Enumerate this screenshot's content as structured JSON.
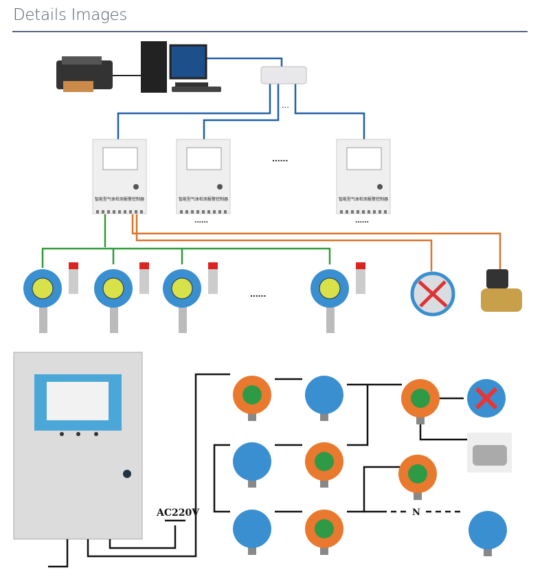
{
  "section": {
    "title": "Details Images"
  },
  "diagram_top": {
    "controller_label": "智能型气体检测报警控制器",
    "ellipsis_short": "...",
    "ellipsis": "......",
    "colors": {
      "network": "#1f5fa8",
      "sensor_bus": "#2f9a3a",
      "relay": "#d9742a"
    }
  },
  "diagram_bottom": {
    "power_label": "AC220V",
    "count_label": "N",
    "colors": {
      "wire": "#111111",
      "detector_orange": "#e8792e",
      "detector_blue": "#3a8fd0",
      "cabinet": "#dcdcdc",
      "screen": "#4aa7d8"
    }
  }
}
